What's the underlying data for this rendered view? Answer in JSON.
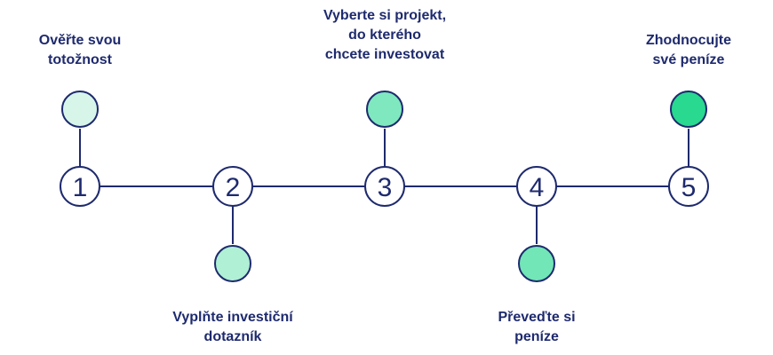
{
  "steps": [
    {
      "number": "1",
      "label_lines": [
        "Ověřte svou",
        "totožnost"
      ],
      "dot_color": "#d8f5ea",
      "position": "top"
    },
    {
      "number": "2",
      "label_lines": [
        "Vyplňte investiční",
        "dotazník"
      ],
      "dot_color": "#b0f0d4",
      "position": "bottom"
    },
    {
      "number": "3",
      "label_lines": [
        "Vyberte si projekt,",
        "do kterého",
        "chcete investovat"
      ],
      "dot_color": "#7fe8bf",
      "position": "top"
    },
    {
      "number": "4",
      "label_lines": [
        "Převeďte si",
        "peníze"
      ],
      "dot_color": "#72e6b6",
      "position": "bottom"
    },
    {
      "number": "5",
      "label_lines": [
        "Zhodnocujte",
        "své peníze"
      ],
      "dot_color": "#28d98f",
      "position": "top"
    }
  ],
  "colors": {
    "line": "#1e2a6e",
    "text": "#1e2a6e"
  }
}
